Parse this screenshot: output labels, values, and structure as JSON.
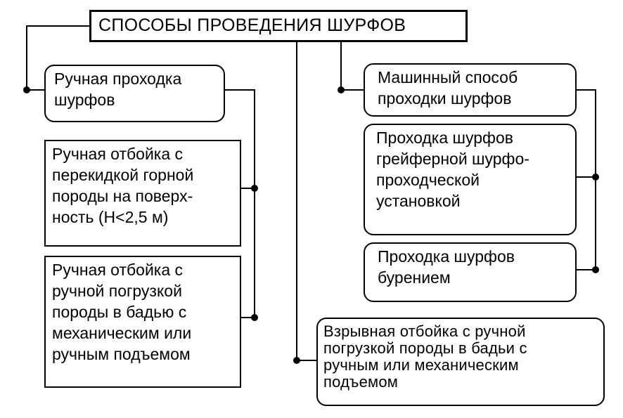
{
  "diagram": {
    "title": "СПОСОБЫ ПРОВЕДЕНИЯ ШУРФОВ",
    "nodes": {
      "manual": "Ручная проходка\nшурфов",
      "manual_throw": "Ручная отбойка с\nперекидкой горной\nпороды на поверх-\nность (Н<2,5 м)",
      "manual_load": "Ручная отбойка с\nручной погрузкой\nпороды в бадью с\nмеханическим или\nручным подъемом",
      "machine": "Машинный способ\nпроходки шурфов",
      "grab": "Проходка шурфов\nгрейферной шурфо-\nпроходческой\nустановкой",
      "drill": "Проходка шурфов\nбурением",
      "blast": "Взрывная отбойка с  ручной\nпогрузкой породы в бадьи с\nручным или механическим\nподъемом"
    },
    "colors": {
      "line": "#000000",
      "box_border": "#000000",
      "background": "#ffffff"
    }
  }
}
